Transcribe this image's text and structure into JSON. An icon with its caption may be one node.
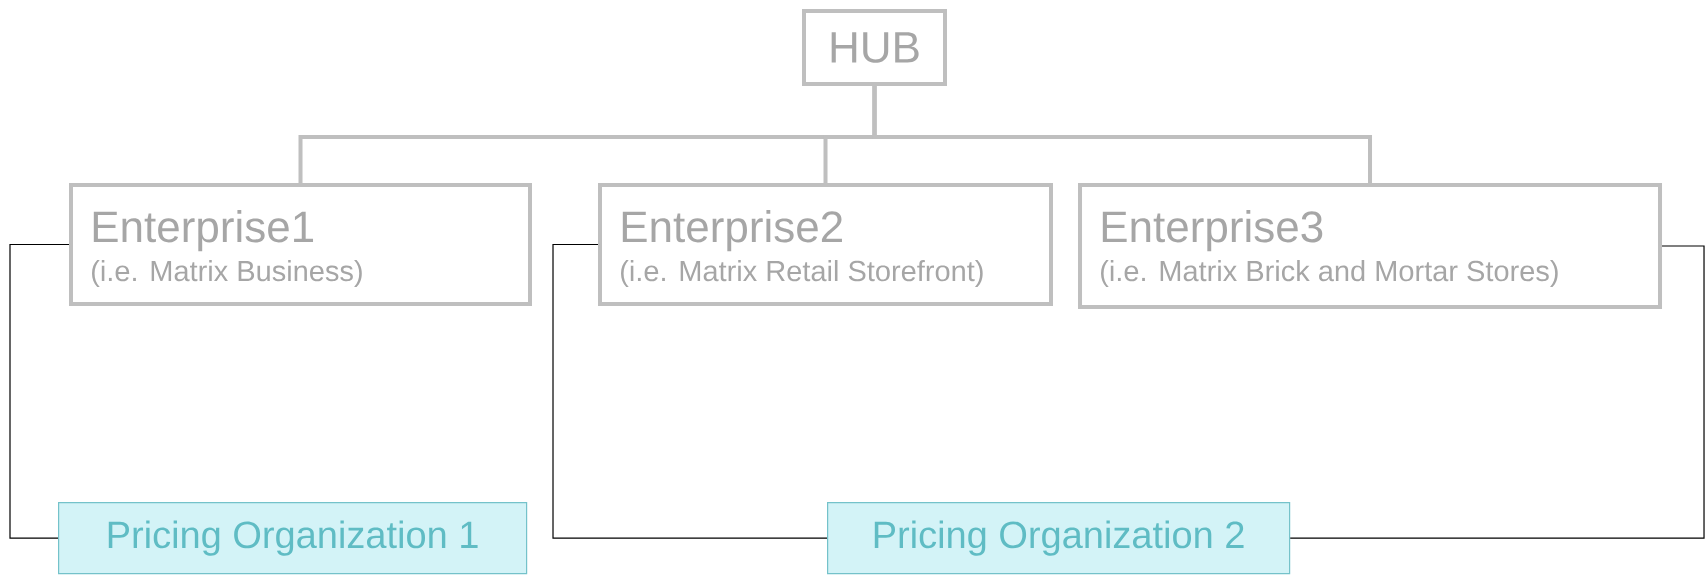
{
  "diagram": {
    "nodes": [
      {
        "text": [
          "HUB"
        ]
      },
      {
        "text": [
          "Enterprise1",
          "(i.e. Matrix Business)"
        ]
      },
      {
        "text": [
          "Enterprise2",
          "(i.e. Matrix Retail Storefront)"
        ]
      },
      {
        "text": [
          "Enterprise3",
          "(i.e. Matrix Brick and Mortar Stores)"
        ]
      },
      {
        "text": [
          "Pricing Organization 1"
        ]
      },
      {
        "text": [
          "Pricing Organization 2"
        ]
      }
    ],
    "edges": [
      {
        "from": 0,
        "to": 1,
        "arrow": "none",
        "style": "thick",
        "color": "#bfbfbf"
      },
      {
        "from": 0,
        "to": 2,
        "arrow": "none",
        "style": "thick",
        "color": "#bfbfbf"
      },
      {
        "from": 0,
        "to": 3,
        "arrow": "none",
        "style": "thick",
        "color": "#bfbfbf"
      },
      {
        "from": 1,
        "to": 4,
        "arrow": "none",
        "color": "#000000"
      },
      {
        "from": 2,
        "to": 5,
        "arrow": "none",
        "color": "#000000"
      },
      {
        "from": 3,
        "to": 5,
        "arrow": "none",
        "color": "#000000"
      }
    ]
  }
}
